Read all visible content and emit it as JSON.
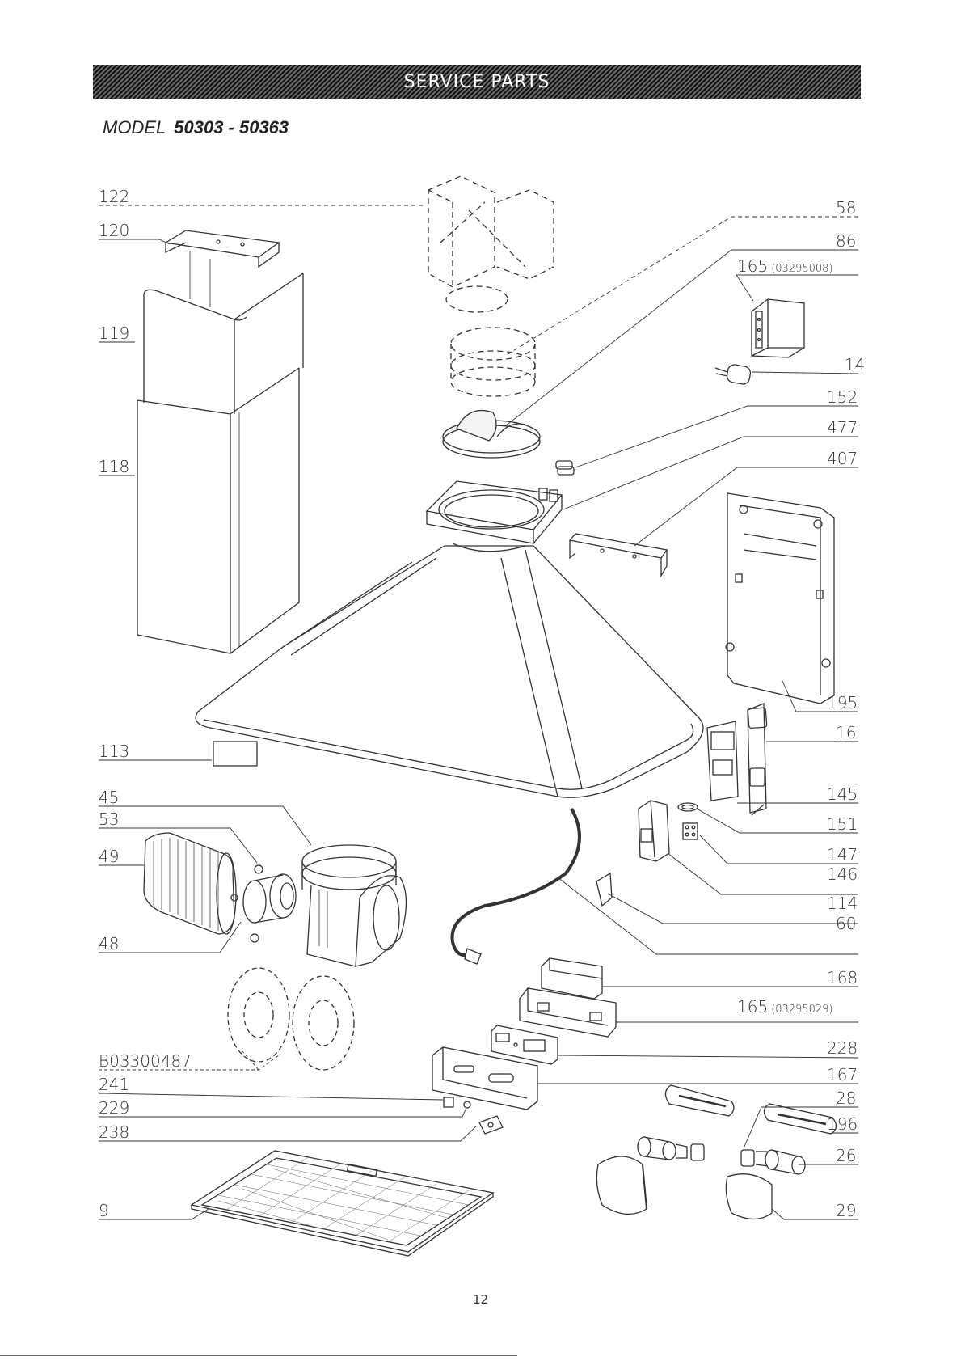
{
  "header": {
    "banner": "SERVICE PARTS"
  },
  "model": {
    "prefix": "MODEL",
    "number": "50303 - 50363"
  },
  "labels": [
    {
      "id": "p122",
      "text": "122"
    },
    {
      "id": "p120",
      "text": "120"
    },
    {
      "id": "p119",
      "text": "119"
    },
    {
      "id": "p118",
      "text": "118"
    },
    {
      "id": "p113",
      "text": "113"
    },
    {
      "id": "p45",
      "text": "45"
    },
    {
      "id": "p53",
      "text": "53"
    },
    {
      "id": "p49",
      "text": "49"
    },
    {
      "id": "p48",
      "text": "48"
    },
    {
      "id": "pB03300487",
      "text": "B03300487"
    },
    {
      "id": "p241",
      "text": "241"
    },
    {
      "id": "p229",
      "text": "229"
    },
    {
      "id": "p238",
      "text": "238"
    },
    {
      "id": "p9",
      "text": "9"
    },
    {
      "id": "p58",
      "text": "58"
    },
    {
      "id": "p86",
      "text": "86"
    },
    {
      "id": "p165a",
      "text": "165",
      "sub": "(03295008)"
    },
    {
      "id": "p14",
      "text": "14"
    },
    {
      "id": "p152",
      "text": "152"
    },
    {
      "id": "p477",
      "text": "477"
    },
    {
      "id": "p407",
      "text": "407"
    },
    {
      "id": "p195",
      "text": "195"
    },
    {
      "id": "p16",
      "text": "16"
    },
    {
      "id": "p145",
      "text": "145"
    },
    {
      "id": "p151",
      "text": "151"
    },
    {
      "id": "p147",
      "text": "147"
    },
    {
      "id": "p146",
      "text": "146"
    },
    {
      "id": "p114",
      "text": "114"
    },
    {
      "id": "p60",
      "text": "60"
    },
    {
      "id": "p168",
      "text": "168"
    },
    {
      "id": "p165b",
      "text": "165",
      "sub": "(03295029)"
    },
    {
      "id": "p228",
      "text": "228"
    },
    {
      "id": "p167",
      "text": "167"
    },
    {
      "id": "p28",
      "text": "28"
    },
    {
      "id": "p196",
      "text": "196"
    },
    {
      "id": "p26",
      "text": "26"
    },
    {
      "id": "p29",
      "text": "29"
    }
  ],
  "footer": {
    "page_number": "12"
  }
}
